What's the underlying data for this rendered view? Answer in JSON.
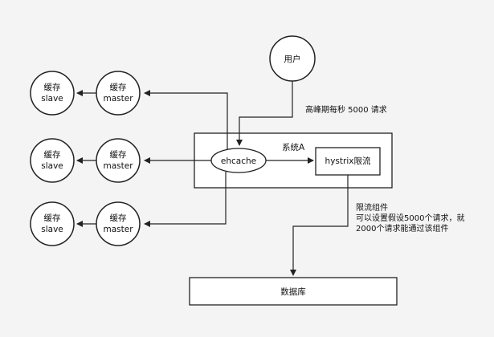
{
  "diagram": {
    "user": {
      "label": "用户"
    },
    "request_note": "高峰期每秒 5000 请求",
    "system": {
      "label": "系统A"
    },
    "ehcache": {
      "label": "ehcache"
    },
    "hystrix": {
      "label": "hystrix限流"
    },
    "rate_limit_note": {
      "line1": "限流组件",
      "line2": "可以设置假设5000个请求，就",
      "line3": "2000个请求能通过该组件"
    },
    "database": {
      "label": "数据库"
    },
    "cache_groups": [
      {
        "master": {
          "line1": "缓存",
          "line2": "master"
        },
        "slave": {
          "line1": "缓存",
          "line2": "slave"
        }
      },
      {
        "master": {
          "line1": "缓存",
          "line2": "master"
        },
        "slave": {
          "line1": "缓存",
          "line2": "slave"
        }
      },
      {
        "master": {
          "line1": "缓存",
          "line2": "master"
        },
        "slave": {
          "line1": "缓存",
          "line2": "slave"
        }
      }
    ]
  },
  "colors": {
    "background": "#f4f4f4",
    "stroke": "#222222",
    "node_fill": "#ffffff"
  }
}
